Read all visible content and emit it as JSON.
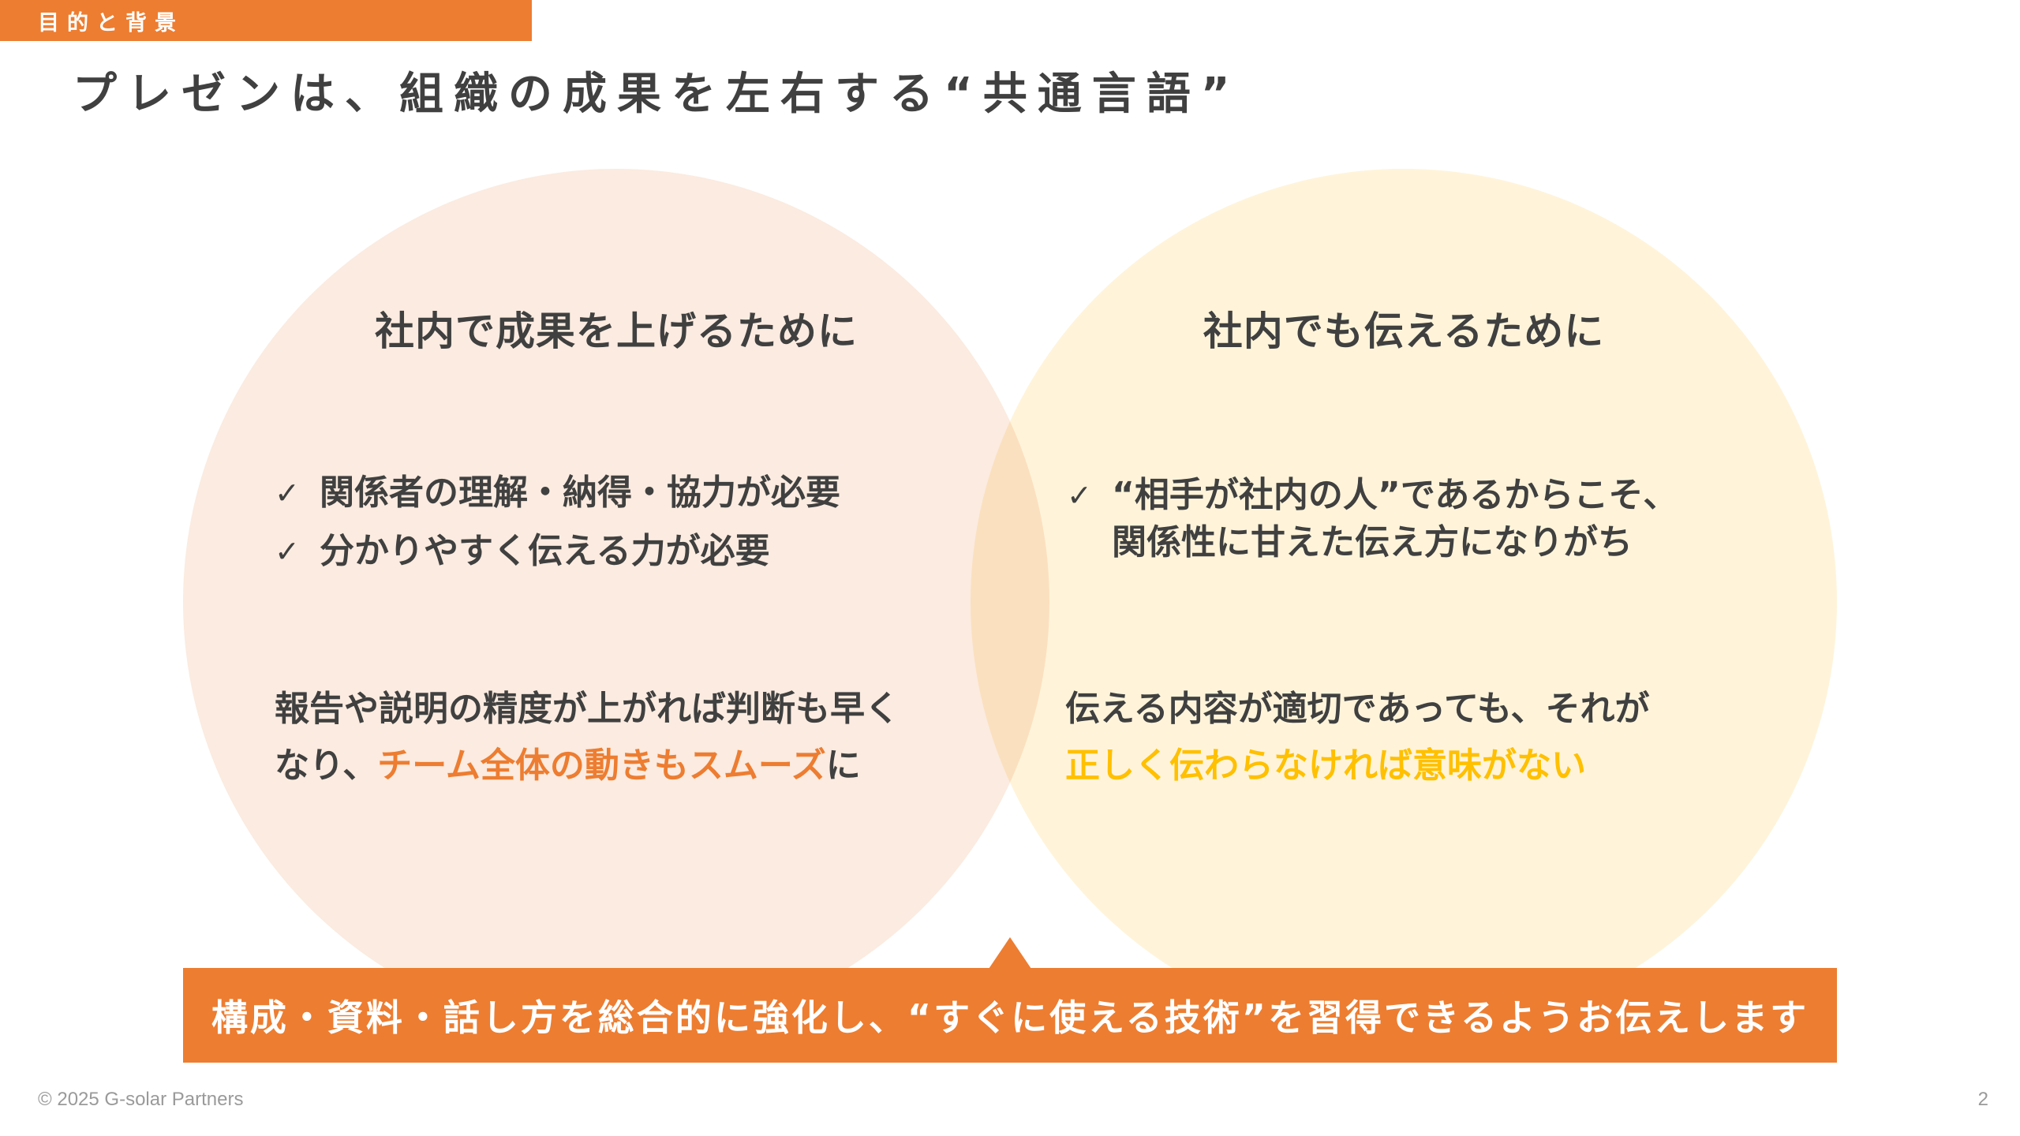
{
  "header": {
    "section_tag": "目的と背景",
    "title": "プレゼンは、組織の成果を左右する“共通言語”"
  },
  "left_circle": {
    "heading": "社内で成果を上げるために",
    "checklist": [
      "関係者の理解・納得・協力が必要",
      "分かりやすく伝える力が必要"
    ],
    "paragraph": {
      "line1": "報告や説明の精度が上がれば判断も早く",
      "line2_prefix": "なり、",
      "line2_highlight": "チーム全体の動きもスムーズ",
      "line2_suffix": "に"
    },
    "color": "#FBEBE0"
  },
  "right_circle": {
    "heading": "社内でも伝えるために",
    "checklist": [
      {
        "line1": "“相手が社内の人”であるからこそ、",
        "line2": "関係性に甘えた伝え方になりがち"
      }
    ],
    "paragraph": {
      "line1": "伝える内容が適切であっても、それが",
      "line2_highlight": "正しく伝わらなければ意味がない"
    },
    "color": "#FFF4DA"
  },
  "icons": {
    "check": "✓"
  },
  "banner": {
    "text": "構成・資料・話し方を総合的に強化し、“すぐに使える技術”を習得できるようお伝えします",
    "color": "#ED7D31"
  },
  "footer": {
    "copyright": "© 2025 G-solar Partners",
    "page_number": "2"
  },
  "colors": {
    "accent_orange": "#ED7D31",
    "accent_yellow": "#FFC000",
    "text_dark": "#404040",
    "footer_gray": "#9A9A9A"
  }
}
